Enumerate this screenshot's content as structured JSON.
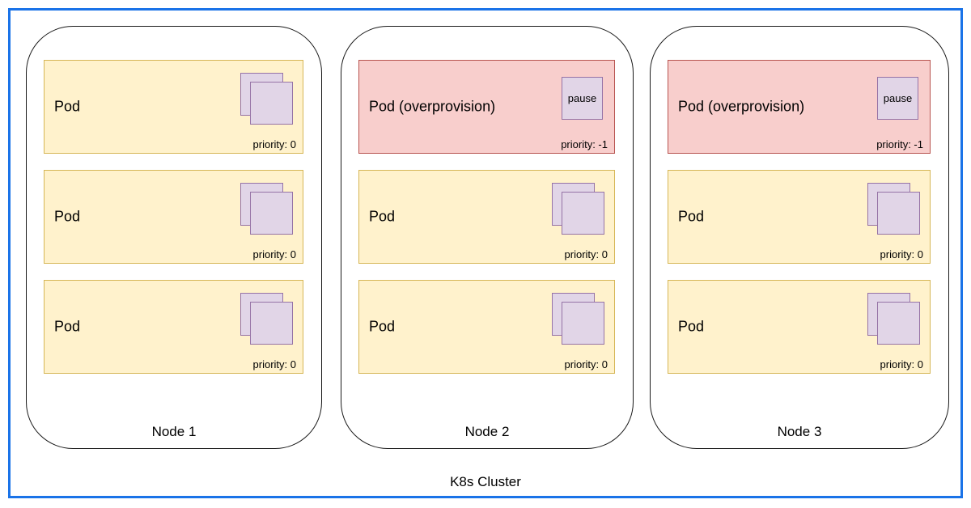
{
  "diagram": {
    "cluster_label": "K8s Cluster",
    "colors": {
      "cluster_border": "#1a73e8",
      "node_border": "#1a1a1a",
      "pod_normal_fill": "#fff2cc",
      "pod_normal_border": "#d6b656",
      "pod_overprovision_fill": "#f8cecc",
      "pod_overprovision_border": "#b85450",
      "icon_fill": "#e1d5e7",
      "icon_border": "#9673a6",
      "text": "#000000"
    },
    "nodes": [
      {
        "label": "Node 1",
        "pods": [
          {
            "type": "normal",
            "label": "Pod",
            "priority": "priority: 0",
            "icon": "overlapping-squares-icon"
          },
          {
            "type": "normal",
            "label": "Pod",
            "priority": "priority: 0",
            "icon": "overlapping-squares-icon"
          },
          {
            "type": "normal",
            "label": "Pod",
            "priority": "priority: 0",
            "icon": "overlapping-squares-icon"
          }
        ]
      },
      {
        "label": "Node 2",
        "pods": [
          {
            "type": "overprovision",
            "label": "Pod (overprovision)",
            "priority": "priority: -1",
            "pause_label": "pause",
            "icon": "pause-icon"
          },
          {
            "type": "normal",
            "label": "Pod",
            "priority": "priority: 0",
            "icon": "overlapping-squares-icon"
          },
          {
            "type": "normal",
            "label": "Pod",
            "priority": "priority: 0",
            "icon": "overlapping-squares-icon"
          }
        ]
      },
      {
        "label": "Node 3",
        "pods": [
          {
            "type": "overprovision",
            "label": "Pod (overprovision)",
            "priority": "priority: -1",
            "pause_label": "pause",
            "icon": "pause-icon"
          },
          {
            "type": "normal",
            "label": "Pod",
            "priority": "priority: 0",
            "icon": "overlapping-squares-icon"
          },
          {
            "type": "normal",
            "label": "Pod",
            "priority": "priority: 0",
            "icon": "overlapping-squares-icon"
          }
        ]
      }
    ]
  }
}
